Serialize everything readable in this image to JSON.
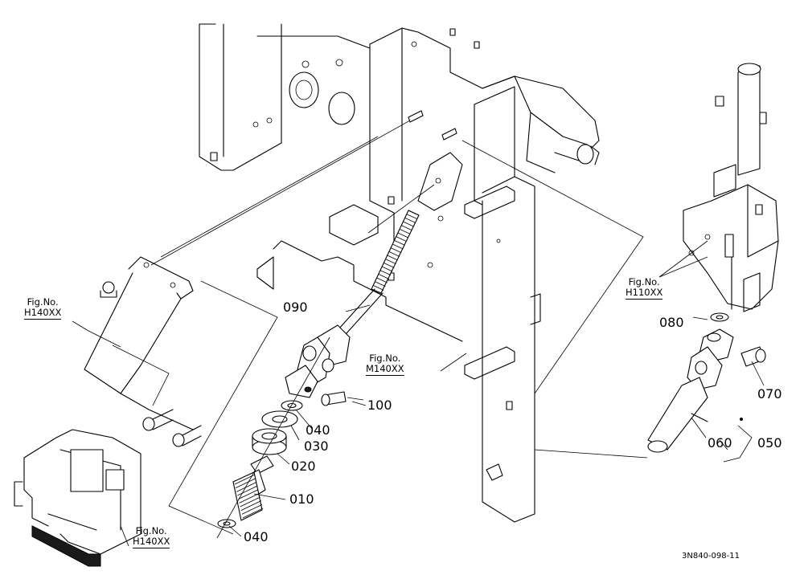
{
  "parts": {
    "p090": "090",
    "p100": "100",
    "p040a": "040",
    "p030": "030",
    "p020": "020",
    "p010": "010",
    "p040b": "040",
    "p080": "080",
    "p070": "070",
    "p060": "060",
    "p050": "050"
  },
  "figrefs": {
    "h140_top": {
      "line1": "Fig.No.",
      "line2": "H140XX"
    },
    "h140_bottom": {
      "line1": "Fig.No.",
      "line2": "H140XX"
    },
    "m140": {
      "line1": "Fig.No.",
      "line2": "M140XX"
    },
    "h110": {
      "line1": "Fig.No.",
      "line2": "H110XX"
    }
  },
  "drawing_code": "3N840-098-11"
}
